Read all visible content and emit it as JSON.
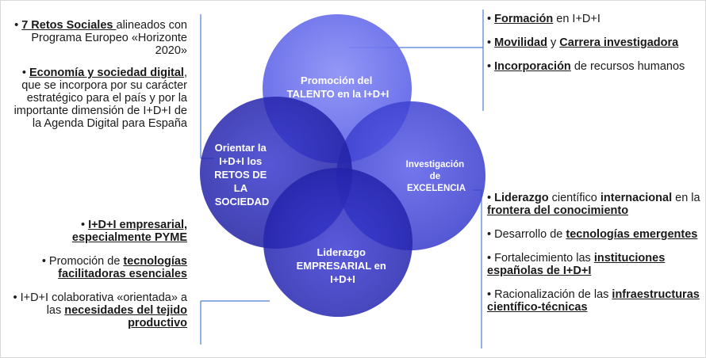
{
  "circles": {
    "talento": [
      "Promoción del",
      "TALENTO en la I+D+I"
    ],
    "retos": [
      "Orientar la",
      "I+D+I los",
      "RETOS DE",
      "LA",
      "SOCIEDAD"
    ],
    "excelencia": [
      "Investigación",
      "de",
      "EXCELENCIA"
    ],
    "liderazgo": [
      "Liderazgo",
      "EMPRESARIAL en",
      "I+D+I"
    ]
  },
  "left_top": {
    "item1": {
      "bullet": "•",
      "b1": "7 Retos Sociales ",
      "t1": "alineados con Programa Europeo «Horizonte 2020»"
    },
    "item2": {
      "bullet": "•",
      "b1": "Economía y sociedad digital",
      "t1": ", que se incorpora por su carácter estratégico para el país y por la importante dimensión de I+D+I de la Agenda Digital para España"
    }
  },
  "left_bottom": {
    "item1": {
      "bullet": "•",
      "b1": "I+D+I empresarial, especialmente PYME"
    },
    "item2": {
      "bullet": "•",
      "t1": "Promoción de ",
      "b1": "tecnologías facilitadoras esenciales"
    },
    "item3": {
      "bullet": "•",
      "t1": "I+D+I colaborativa «orientada» a las ",
      "b1": "necesidades del tejido productivo"
    }
  },
  "right_top": {
    "item1": {
      "bullet": "•",
      "b1": "Formación",
      "t1": " en I+D+I"
    },
    "item2": {
      "bullet": "•",
      "b1": "Movilidad",
      "t1": " y ",
      "b2": "Carrera investigadora"
    },
    "item3": {
      "bullet": "•",
      "b1": "Incorporación",
      "t1": " de recursos humanos"
    }
  },
  "right_bottom": {
    "item1": {
      "bullet": "•",
      "b1": "Liderazgo",
      "t1": " científico ",
      "b2": "internacional",
      "t2": " en la ",
      "b3": "frontera del conocimiento"
    },
    "item2": {
      "bullet": "•",
      "t1": "Desarrollo de ",
      "b1": "tecnologías emergentes"
    },
    "item3": {
      "bullet": "•",
      "t1": "Fortalecimiento las ",
      "b1": "instituciones españolas de I+D+I"
    },
    "item4": {
      "bullet": "•",
      "t1": "Racionalización de las ",
      "b1": "infraestructuras científico-técnicas"
    }
  },
  "colors": {
    "talento": "#6a6ff0",
    "retos": "#2a2ab8",
    "excelencia": "#4549dc",
    "liderazgo": "#2e2fc4",
    "connector": "#4a7fd4"
  }
}
